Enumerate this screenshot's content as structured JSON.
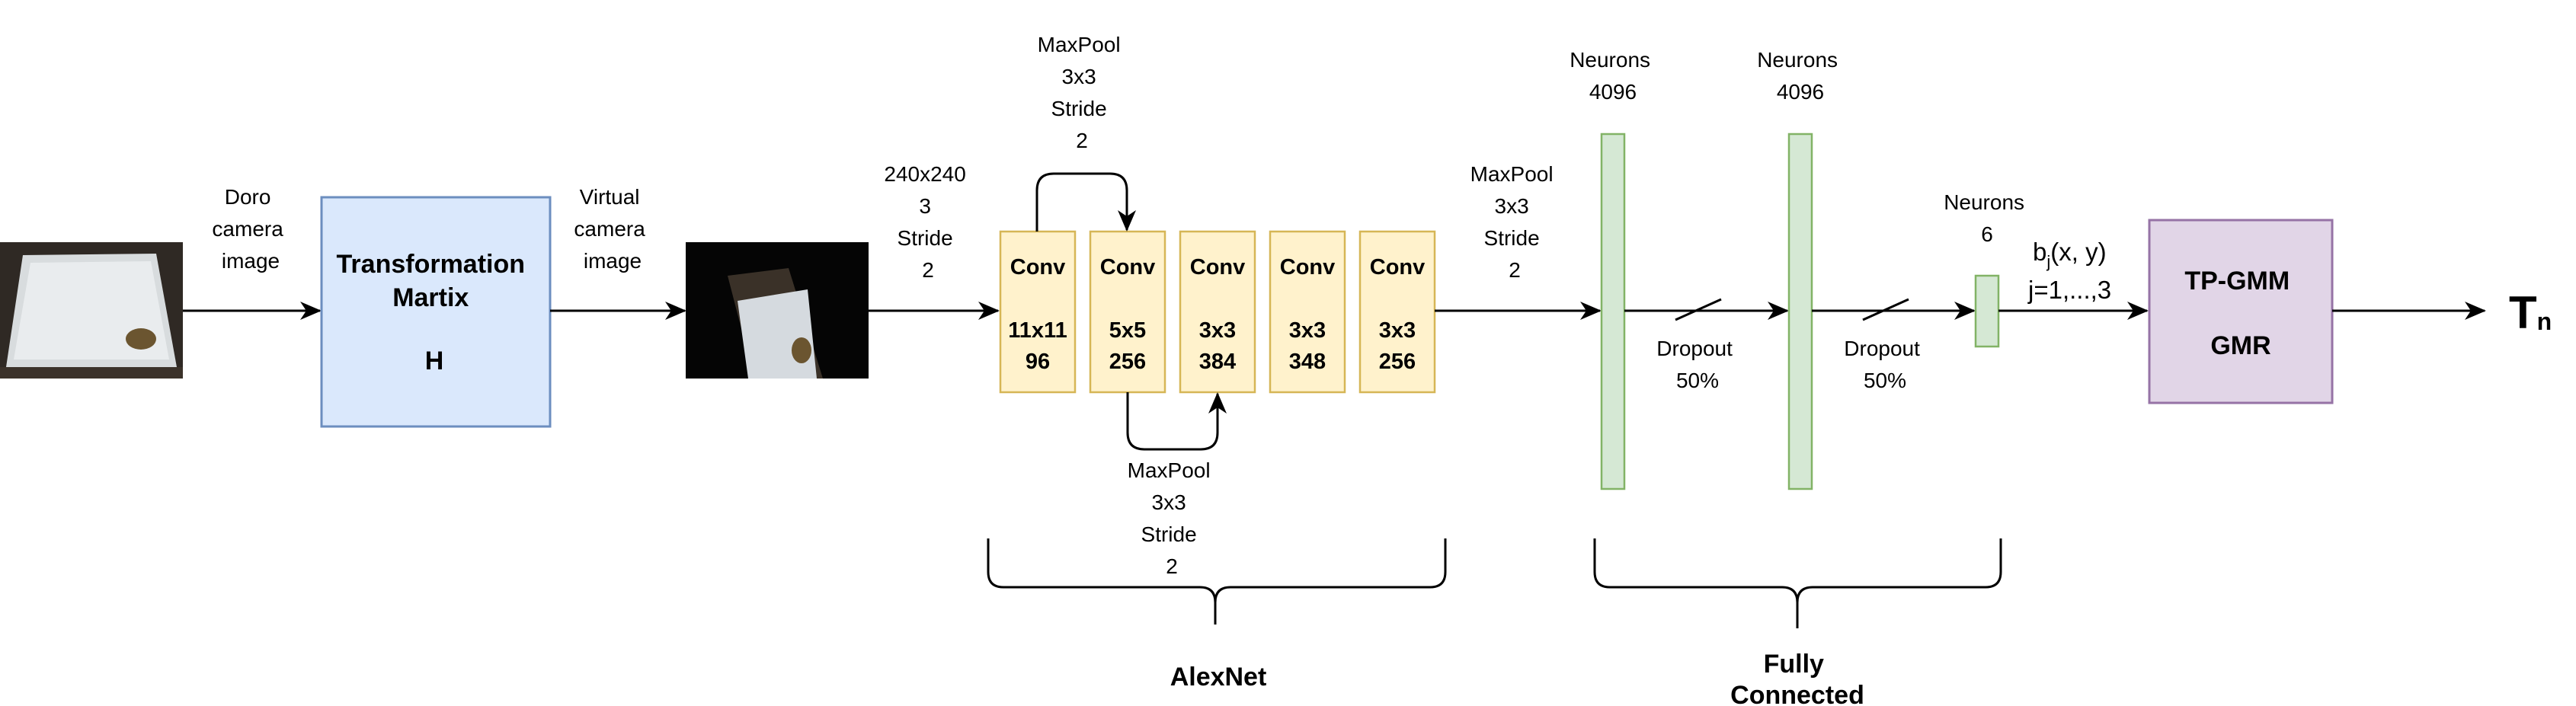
{
  "colors": {
    "transform_fill": "#dae8fc",
    "transform_stroke": "#6c8ebf",
    "conv_fill": "#fff2cc",
    "conv_stroke": "#d6b656",
    "fc_fill": "#d5e8d4",
    "fc_stroke": "#82b366",
    "tpgmm_fill": "#e1d5e7",
    "tpgmm_stroke": "#9673a6",
    "line": "#000000"
  },
  "input_label": [
    "Doro",
    "camera",
    "image"
  ],
  "transform": {
    "line1": "Transformation",
    "line2": "Martix",
    "line3": "H"
  },
  "virtual_label": [
    "Virtual",
    "camera",
    "image"
  ],
  "input_params": [
    "240x240",
    "3",
    "Stride",
    "2"
  ],
  "alexnet": {
    "convs": [
      {
        "title": "Conv",
        "kernel": "11x11",
        "filters": "96"
      },
      {
        "title": "Conv",
        "kernel": "5x5",
        "filters": "256"
      },
      {
        "title": "Conv",
        "kernel": "3x3",
        "filters": "384"
      },
      {
        "title": "Conv",
        "kernel": "3x3",
        "filters": "348"
      },
      {
        "title": "Conv",
        "kernel": "3x3",
        "filters": "256"
      }
    ],
    "maxpool_top": [
      "MaxPool",
      "3x3",
      "Stride",
      "2"
    ],
    "maxpool_bottom": [
      "MaxPool",
      "3x3",
      "Stride",
      "2"
    ],
    "maxpool_after": [
      "MaxPool",
      "3x3",
      "Stride",
      "2"
    ],
    "label": "AlexNet"
  },
  "fully_connected": {
    "fc1_label": [
      "Neurons",
      "4096"
    ],
    "fc2_label": [
      "Neurons",
      "4096"
    ],
    "fc3_label": [
      "Neurons",
      "6"
    ],
    "dropout1": [
      "Dropout",
      "50%"
    ],
    "dropout2": [
      "Dropout",
      "50%"
    ],
    "label": [
      "Fully",
      "Connected"
    ]
  },
  "basis": {
    "line1_prefix": "b",
    "line1_sub": "j",
    "line1_suffix": "(x, y)",
    "line2": "j=1,...,3"
  },
  "tpgmm": {
    "line1": "TP-GMM",
    "line2": "GMR"
  },
  "output": {
    "main": "T",
    "sub": "n"
  }
}
